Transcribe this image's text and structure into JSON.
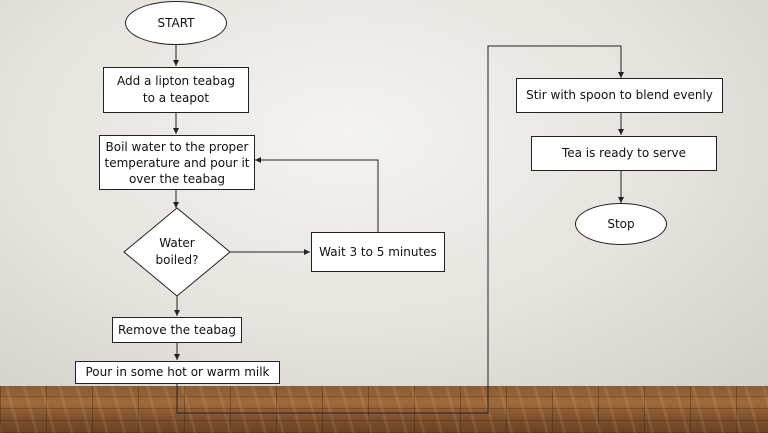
{
  "diagram": {
    "start": "START",
    "add_teabag": "Add a lipton teabag to a teapot",
    "boil_water": "Boil water to the proper temperature and pour it over the teabag",
    "water_boiled": "Water boiled?",
    "wait": "Wait 3 to 5 minutes",
    "remove_teabag": "Remove the teabag",
    "pour_milk": "Pour in some hot or warm milk",
    "stir": "Stir with spoon to blend evenly",
    "ready": "Tea is ready to serve",
    "stop": "Stop"
  },
  "colors": {
    "stroke": "#222222",
    "fill": "#ffffff"
  }
}
